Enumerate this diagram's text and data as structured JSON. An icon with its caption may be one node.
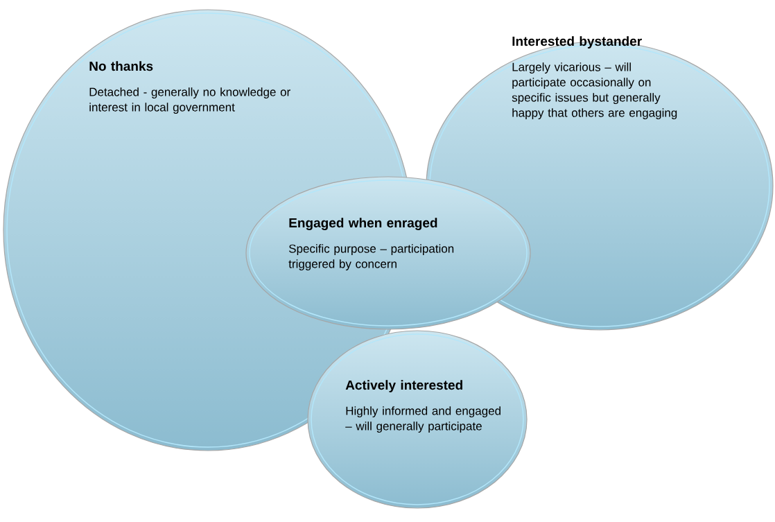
{
  "diagram": {
    "nodes": [
      {
        "text": [
          "No thanks",
          "Detached - generally no knowledge or interest in local government"
        ]
      },
      {
        "text": [
          "Interested bystander",
          "Largely vicarious – will participate occasionally on specific issues but generally happy that others are engaging"
        ]
      },
      {
        "text": [
          "Engaged when enraged",
          "Specific purpose – participation triggered by concern"
        ]
      },
      {
        "text": [
          "Actively interested",
          "Highly informed and engaged – will generally participate"
        ]
      }
    ]
  }
}
